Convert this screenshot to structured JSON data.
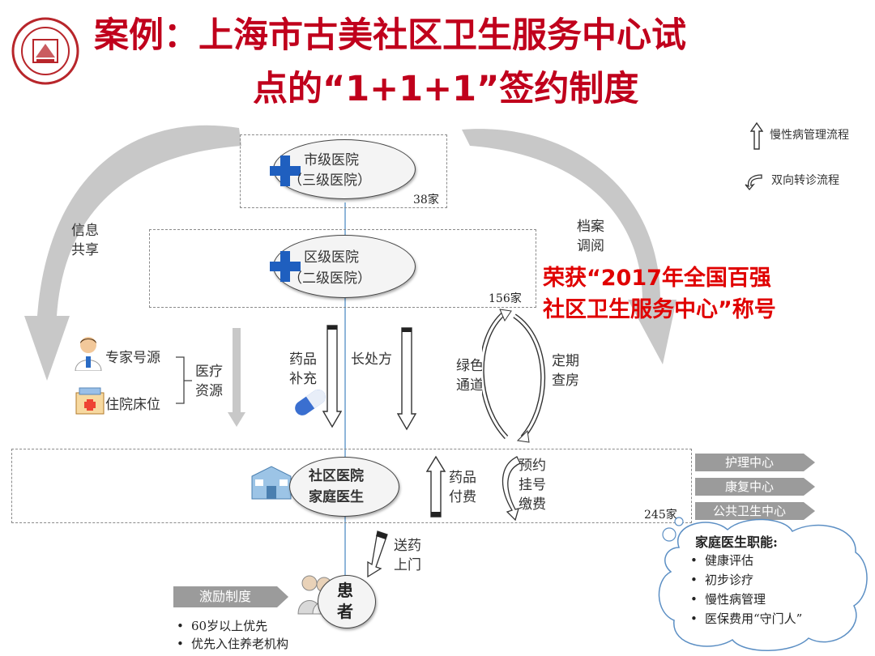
{
  "title": {
    "line1": "案例：上海市古美社区卫生服务中心试",
    "line2": "点的“1+1+1”签约制度"
  },
  "legend": {
    "chronic": "慢性病管理流程",
    "referral": "双向转诊流程"
  },
  "nodes": {
    "city": {
      "line1": "市级医院",
      "line2": "（三级医院）",
      "count": "38家"
    },
    "district": {
      "line1": "区级医院",
      "line2": "（二级医院）",
      "count": "156家"
    },
    "community": {
      "line1": "社区医院",
      "line2": "家庭医生",
      "count": "245家"
    },
    "patient": {
      "line1": "患",
      "line2": "者"
    }
  },
  "side_labels": {
    "info_share": [
      "信息",
      "共享"
    ],
    "archive": [
      "档案",
      "调阅"
    ],
    "drug_supply": [
      "药品",
      "补充"
    ],
    "long_rx": "长处方",
    "green": [
      "绿色",
      "通道"
    ],
    "rounds": [
      "定期",
      "查房"
    ],
    "drug_pay": [
      "药品",
      "付费"
    ],
    "appointment": [
      "预约",
      "挂号",
      "缴费"
    ],
    "delivery": [
      "送药",
      "上门"
    ],
    "expert": "专家号源",
    "beds": "住院床位",
    "resources": [
      "医疗",
      "资源"
    ]
  },
  "award": {
    "line1": "荣获“2017年全国百强",
    "line2": "社区卫生服务中心”称号"
  },
  "centers": [
    "护理中心",
    "康复中心",
    "公共卫生中心"
  ],
  "duties": {
    "title": "家庭医生职能:",
    "items": [
      "健康评估",
      "初步诊疗",
      "慢性病管理",
      "医保费用“守门人”"
    ]
  },
  "incentive": {
    "title": "激励制度",
    "items": [
      "60岁以上优先",
      "优先入住养老机构"
    ]
  },
  "colors": {
    "title_red": "#c0001c",
    "award_red": "#e00000",
    "cross_blue": "#1f5fbf",
    "tag_gray": "#9b9b9b"
  }
}
